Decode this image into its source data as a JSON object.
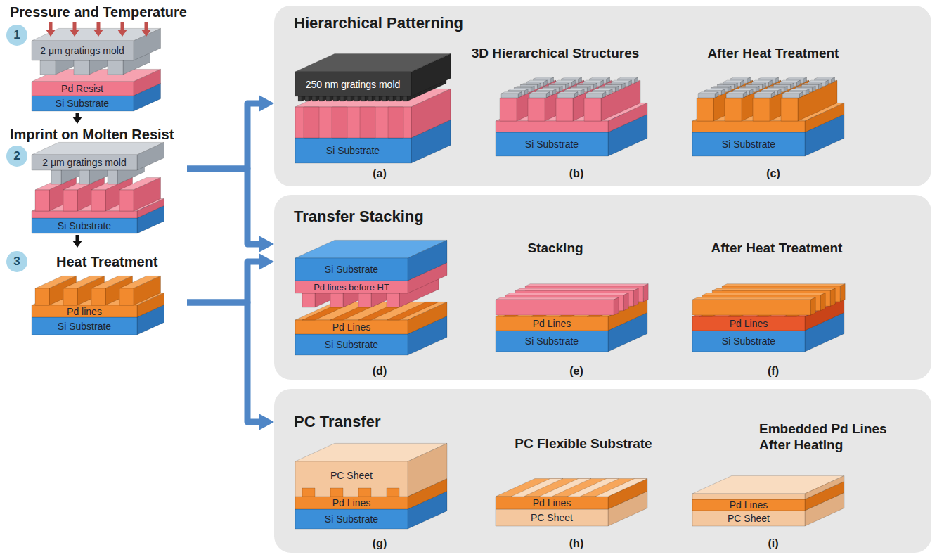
{
  "diagram": {
    "nodes": [
      {
        "text": [
          "1",
          "Pressure and Temperature"
        ]
      },
      {
        "text": [
          "2",
          "Imprint on Molten Resist"
        ]
      },
      {
        "text": [
          "3",
          "Heat Treatment"
        ]
      },
      {
        "text": [
          "Hierarchical Patterning"
        ]
      },
      {
        "text": [
          "Transfer Stacking"
        ]
      },
      {
        "text": [
          "PC Transfer"
        ]
      }
    ],
    "edges": [
      {
        "from": 0,
        "to": 1,
        "arrow": "to"
      },
      {
        "from": 1,
        "to": 2,
        "arrow": "to"
      },
      {
        "from": 1,
        "to": 3,
        "arrow": "to"
      },
      {
        "from": 1,
        "to": 4,
        "arrow": "to"
      },
      {
        "from": 2,
        "to": 4,
        "arrow": "to"
      },
      {
        "from": 2,
        "to": 5,
        "arrow": "to"
      }
    ],
    "labels": [
      "2 μm gratings mold",
      "Pd Resist",
      "Si Substrate",
      "2 μm gratings mold",
      "Si Substrate",
      "Pd lines",
      "Si Substrate",
      "3D Hierarchical Structures",
      "After Heat Treatment",
      "250 nm gratings mold",
      "Si Substrate",
      "Si Substrate",
      "Si Substrate",
      "(a)",
      "(b)",
      "(c)",
      "Stacking",
      "After Heat Treatment",
      "Si Substrate",
      "Pd lines before HT",
      "Pd Lines",
      "Si Substrate",
      "Pd Lines",
      "Si Substrate",
      "Pd Lines",
      "Si Substrate",
      "(d)",
      "(e)",
      "(f)",
      "PC Flexible Substrate",
      "Embedded Pd Lines After Heating",
      "PC Sheet",
      "Pd Lines",
      "Si Substrate",
      "Pd Lines",
      "PC Sheet",
      "Pd Lines",
      "PC Sheet",
      "(g)",
      "(h)",
      "(i)"
    ]
  }
}
